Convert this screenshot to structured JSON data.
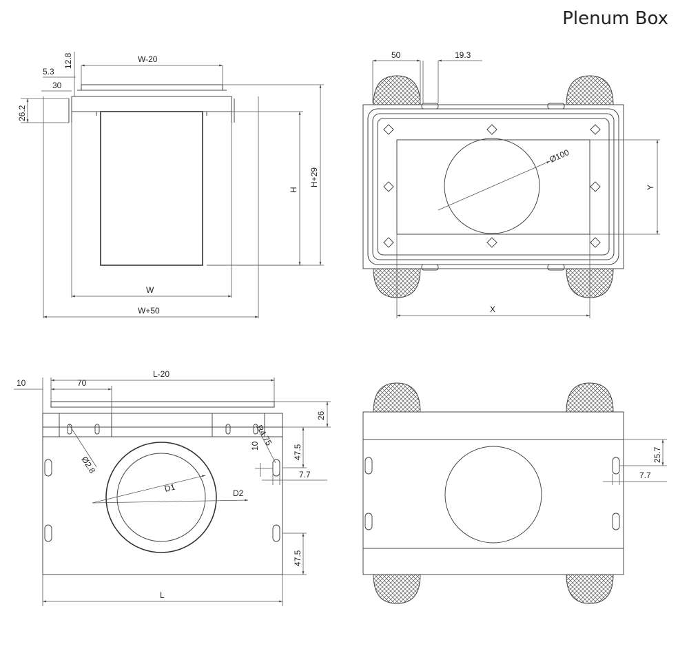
{
  "title": "Plenum Box",
  "views": {
    "front": {
      "dims": {
        "w_minus_20": "W-20",
        "d12_8": "12.8",
        "d5_3": "5.3",
        "d30": "30",
        "d26_2": "26.2",
        "h": "H",
        "h_plus_29": "H+29",
        "w": "W",
        "w_plus_50": "W+50"
      }
    },
    "top": {
      "dims": {
        "d50": "50",
        "d19_3": "19.3",
        "dia100": "Ø100",
        "y": "Y",
        "x": "X"
      }
    },
    "side": {
      "dims": {
        "d10": "10",
        "d70": "70",
        "l_minus_20": "L-20",
        "d26": "26",
        "dia2_8": "Ø2.8",
        "r4_75": "R4.75",
        "d10b": "10",
        "d47_5a": "47.5",
        "d7_7": "7.7",
        "d1": "D1",
        "d2": "D2",
        "d47_5b": "47.5",
        "l": "L"
      }
    },
    "bottom": {
      "dims": {
        "d25_7": "25.7",
        "d7_7": "7.7"
      }
    }
  }
}
